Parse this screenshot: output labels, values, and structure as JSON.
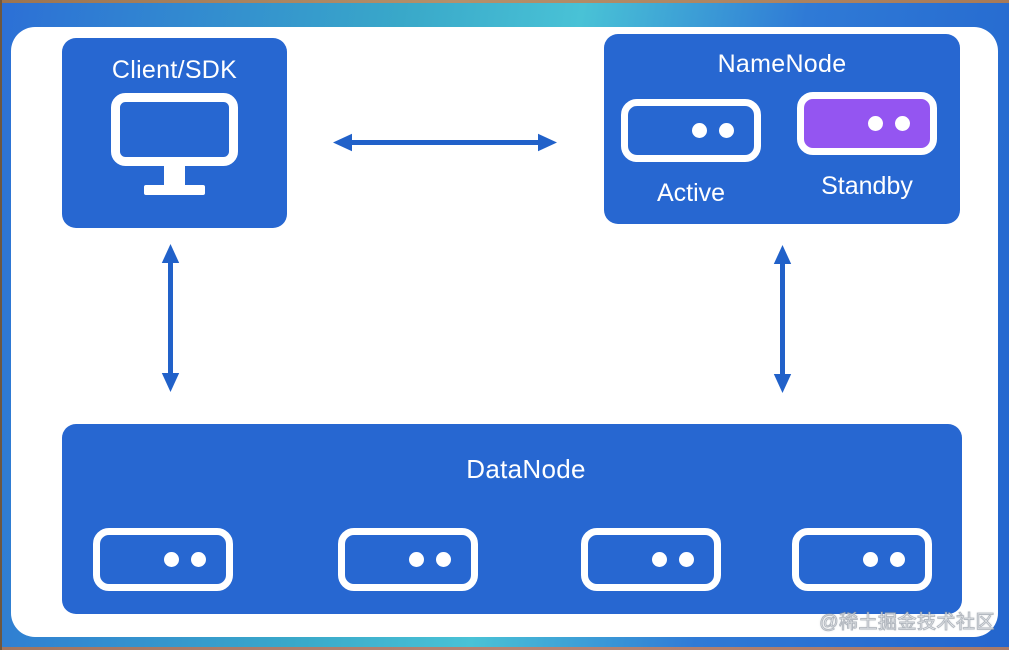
{
  "diagram": {
    "client_box": {
      "label": "Client/SDK"
    },
    "namenode_box": {
      "title": "NameNode",
      "active_label": "Active",
      "standby_label": "Standby"
    },
    "datanode_box": {
      "title": "DataNode",
      "server_count": 4
    },
    "arrows": [
      {
        "from": "client-sdk",
        "to": "namenode",
        "direction": "horizontal",
        "bidirectional": true
      },
      {
        "from": "client-sdk",
        "to": "datanode",
        "direction": "vertical",
        "bidirectional": true
      },
      {
        "from": "namenode",
        "to": "datanode",
        "direction": "vertical",
        "bidirectional": true
      }
    ],
    "watermark": "@稀土掘金技术社区",
    "colors": {
      "node_blue": "#2767D1",
      "standby_purple": "#9455F1",
      "arrow_blue": "#2161C9",
      "frame_blue": "#2C6FD6",
      "frame_teal": "#49C2D6",
      "canvas_white": "#FFFFFF"
    }
  }
}
